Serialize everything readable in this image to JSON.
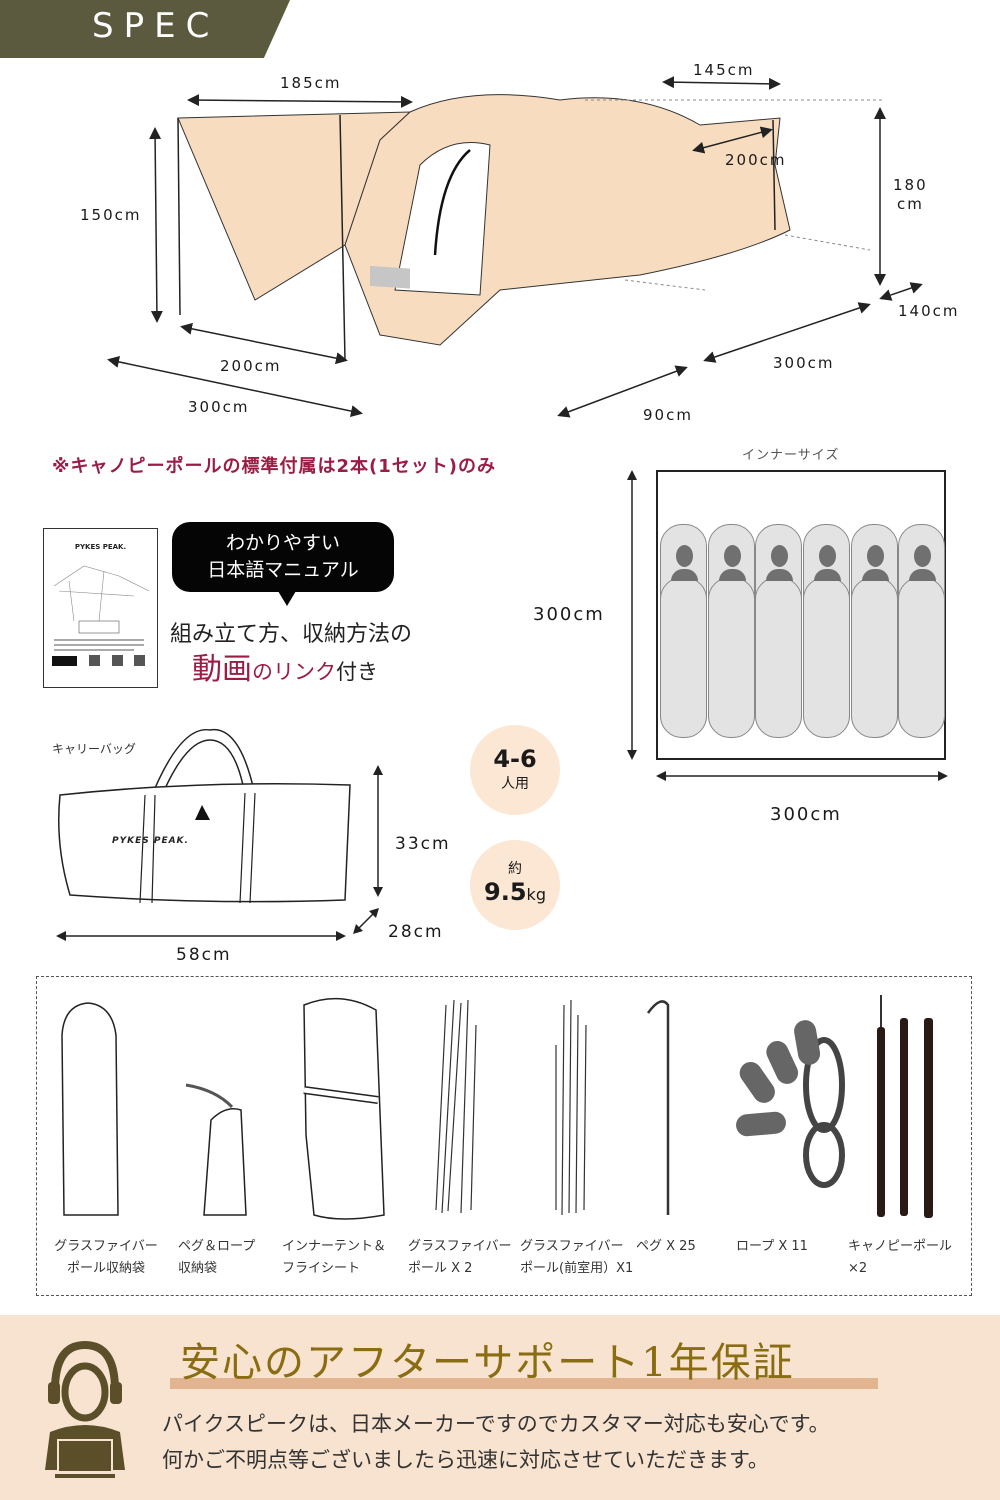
{
  "header": {
    "title": "SPEC"
  },
  "tent_dimensions": {
    "canopy_width": "185cm",
    "canopy_height": "150cm",
    "canopy_depth": "200cm",
    "canopy_total_length": "300cm",
    "rear_width": "145cm",
    "rear_canopy": "200cm",
    "total_height": "180",
    "total_height_unit": "cm",
    "side_depth": "140cm",
    "tent_length": "300cm",
    "vestibule": "90cm"
  },
  "note": "※キャノピーポールの標準付属は2本(1セット)のみ",
  "manual": {
    "bubble_line1": "わかりやすい",
    "bubble_line2": "日本語マニュアル",
    "desc_line1": "組み立て方、収納方法の",
    "desc_big": "動画",
    "desc_mid": "のリンク",
    "desc_end": "付き",
    "brand": "PYKES PEAK."
  },
  "inner_size": {
    "label": "インナーサイズ",
    "height": "300cm",
    "width": "300cm",
    "sleepers": 6
  },
  "carry_bag": {
    "label": "キャリーバッグ",
    "brand": "PYKES PEAK.",
    "height": "33cm",
    "depth": "28cm",
    "width": "58cm"
  },
  "badges": {
    "capacity_value": "4-6",
    "capacity_unit": "人用",
    "weight_prefix": "約",
    "weight_value": "9.5",
    "weight_unit": "kg"
  },
  "contents": [
    {
      "line1": "グラスファイバー",
      "line2": "ポール収納袋"
    },
    {
      "line1": "ペグ＆ロープ",
      "line2": "収納袋"
    },
    {
      "line1": "インナーテント＆",
      "line2": "フライシート"
    },
    {
      "line1": "グラスファイバー",
      "line2": "ポール X 2"
    },
    {
      "line1": "グラスファイバー",
      "line2": "ポール(前室用）X1"
    },
    {
      "line1": "ペグ X 25",
      "line2": ""
    },
    {
      "line1": "ロープ X 11",
      "line2": ""
    },
    {
      "line1": "キャノピーポール×2",
      "line2": ""
    }
  ],
  "support": {
    "title": "安心のアフターサポート1年保証",
    "line1": "パイクスピークは、日本メーカーですのでカスタマー対応も安心です。",
    "line2": "何かご不明点等ございましたら迅速に対応させていただきます。"
  },
  "colors": {
    "banner": "#5b5a3f",
    "tent_fill": "#f8dcbf",
    "accent_red": "#9b1d45",
    "badge_bg": "#fbe7d3",
    "support_bg": "#f7e3cf",
    "support_title": "#8a6d12"
  }
}
